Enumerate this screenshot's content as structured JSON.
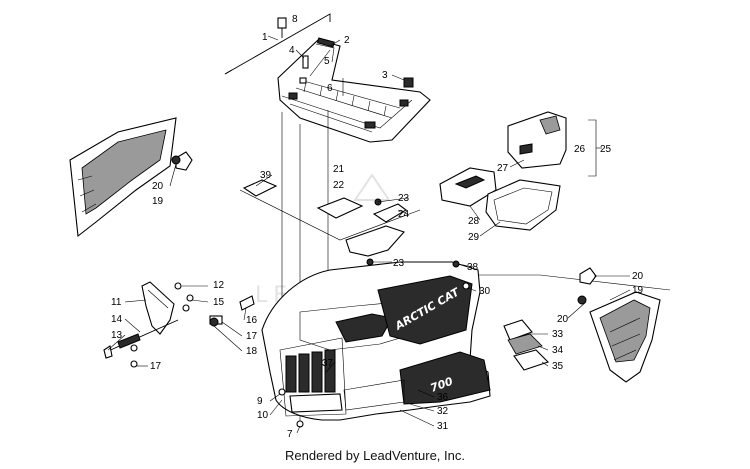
{
  "footer": {
    "text": "Rendered by LeadVenture, Inc."
  },
  "watermark": {
    "text": "LEADVENTURE"
  },
  "decals": {
    "brand": "ARCTIC CAT",
    "model": "700"
  },
  "callouts": [
    "1",
    "2",
    "3",
    "4",
    "5",
    "6",
    "7",
    "8",
    "9",
    "10",
    "11",
    "12",
    "13",
    "14",
    "15",
    "16",
    "17",
    "17",
    "18",
    "19",
    "19",
    "20",
    "20",
    "20",
    "21",
    "22",
    "23",
    "23",
    "24",
    "25",
    "26",
    "27",
    "28",
    "29",
    "30",
    "31",
    "32",
    "33",
    "34",
    "35",
    "36",
    "37",
    "38",
    "39"
  ]
}
